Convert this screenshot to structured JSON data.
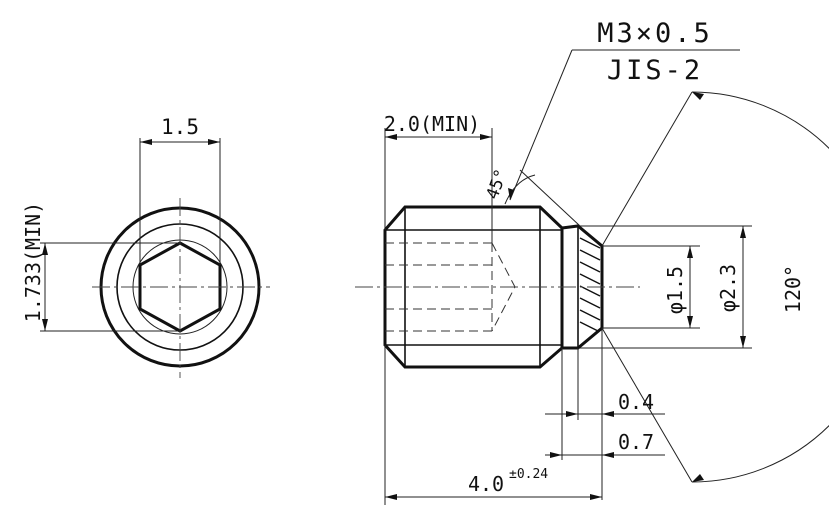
{
  "thread": {
    "spec": "M3×0.5",
    "standard": "JIS-2"
  },
  "dimensions": {
    "hex_width": "1.5",
    "hex_depth": "1.733(MIN)",
    "socket_depth": "2.0(MIN)",
    "chamfer_angle": "45°",
    "point_diameter": "φ1.5",
    "thread_diameter": "φ2.3",
    "point_angle": "120°",
    "point_length_a": "0.4",
    "point_length_b": "0.7",
    "overall_length": "4.0",
    "overall_tolerance": "±0.24"
  }
}
